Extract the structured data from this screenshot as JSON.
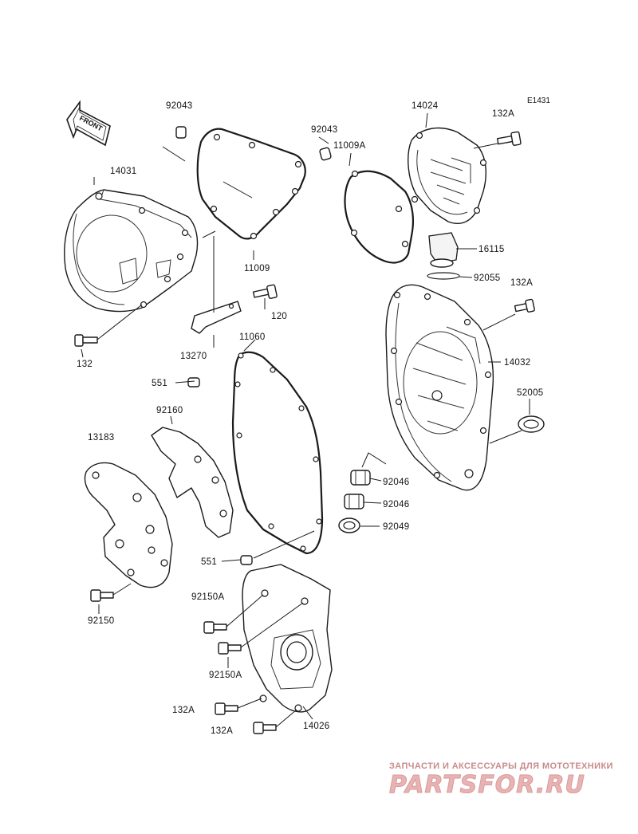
{
  "diagram": {
    "code": "E1431",
    "front_label": "FRONT",
    "labels": {
      "p92043a": "92043",
      "p92043b": "92043",
      "p14024": "14024",
      "p132a_top": "132A",
      "p11009a": "11009A",
      "p14031": "14031",
      "p16115": "16115",
      "p11009": "11009",
      "p92055": "92055",
      "p132a_mid": "132A",
      "p120": "120",
      "p132": "132",
      "p13270": "13270",
      "p11060": "11060",
      "p14032": "14032",
      "p551a": "551",
      "p52005": "52005",
      "p92160": "92160",
      "p13183": "13183",
      "p92046a": "92046",
      "p92046b": "92046",
      "p92049": "92049",
      "p551b": "551",
      "p92150a_1": "92150A",
      "p92150": "92150",
      "p92150a_2": "92150A",
      "p132a_b1": "132A",
      "p14026": "14026",
      "p132a_b2": "132A"
    }
  },
  "watermark": {
    "tagline": "ЗАПЧАСТИ И АКСЕССУАРЫ ДЛЯ МОТОТЕХНИКИ",
    "brand": "PARTSFOR.RU",
    "color": "#e8b3b3"
  }
}
